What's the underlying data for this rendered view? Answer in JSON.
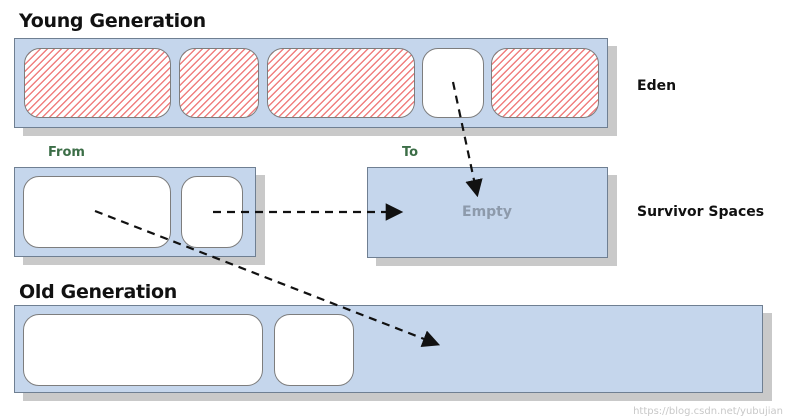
{
  "young": {
    "title": "Young Generation"
  },
  "eden": {
    "label": "Eden"
  },
  "survivor": {
    "from_label": "From",
    "to_label": "To",
    "empty_label": "Empty",
    "side_label": "Survivor Spaces"
  },
  "old": {
    "title": "Old Generation"
  },
  "watermark": "https://blog.csdn.net/yubujian",
  "colors": {
    "panel": "#c5d6ec",
    "panel_border": "#6f7f92",
    "used_hatch": "#f07f7f",
    "shadow": "#c9c9c9",
    "space_label": "#3c6e47"
  }
}
